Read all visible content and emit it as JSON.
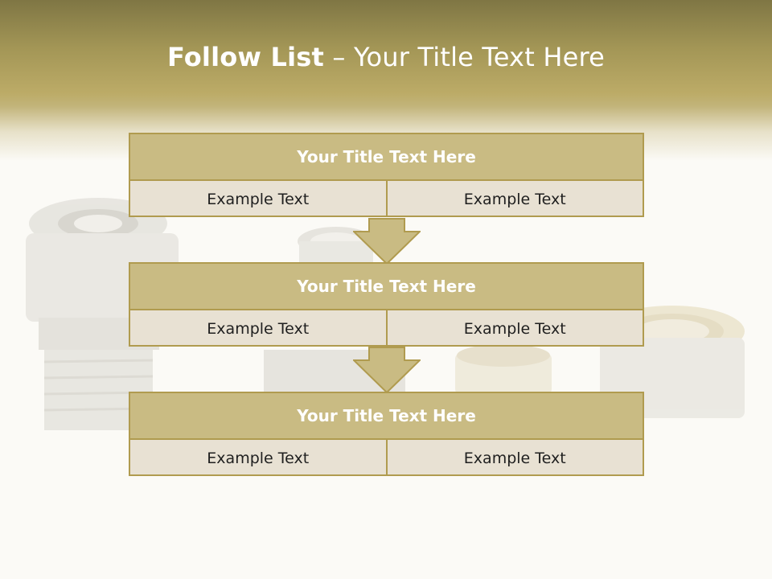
{
  "slide": {
    "title_bold": "Follow List",
    "title_rest": " – Your Title Text Here"
  },
  "steps": [
    {
      "title": "Your Title Text Here",
      "cells": [
        "Example Text",
        "Example Text"
      ]
    },
    {
      "title": "Your Title Text Here",
      "cells": [
        "Example Text",
        "Example Text"
      ]
    },
    {
      "title": "Your Title Text Here",
      "cells": [
        "Example Text",
        "Example Text"
      ]
    }
  ],
  "colors": {
    "header_band": "#b3a462",
    "card_header": "#c9bb83",
    "card_border": "#b09b4f",
    "card_body": "#e8e1d3",
    "arrow": "#c9bb83"
  },
  "icons": {
    "arrow": "down-arrow-icon",
    "background": "pipe-fittings-image"
  }
}
